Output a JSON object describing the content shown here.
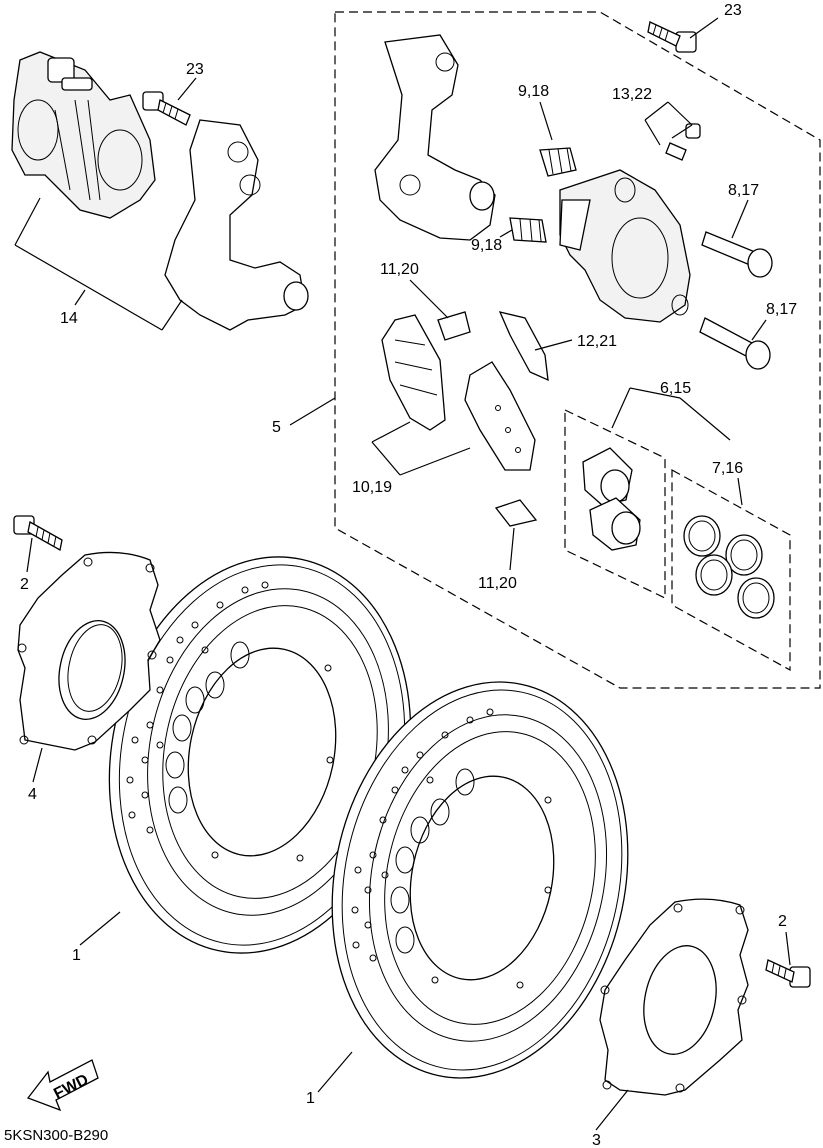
{
  "diagram_code": "5KSN300-B290",
  "fwd_label": "FWD",
  "callouts": {
    "c1a": "1",
    "c1b": "1",
    "c2a": "2",
    "c2b": "2",
    "c3": "3",
    "c4": "4",
    "c5": "5",
    "c6_15": "6,15",
    "c7_16": "7,16",
    "c8_17a": "8,17",
    "c8_17b": "8,17",
    "c9_18a": "9,18",
    "c9_18b": "9,18",
    "c10_19": "10,19",
    "c11_20a": "11,20",
    "c11_20b": "11,20",
    "c12_21": "12,21",
    "c13_22": "13,22",
    "c14": "14",
    "c23a": "23",
    "c23b": "23"
  }
}
